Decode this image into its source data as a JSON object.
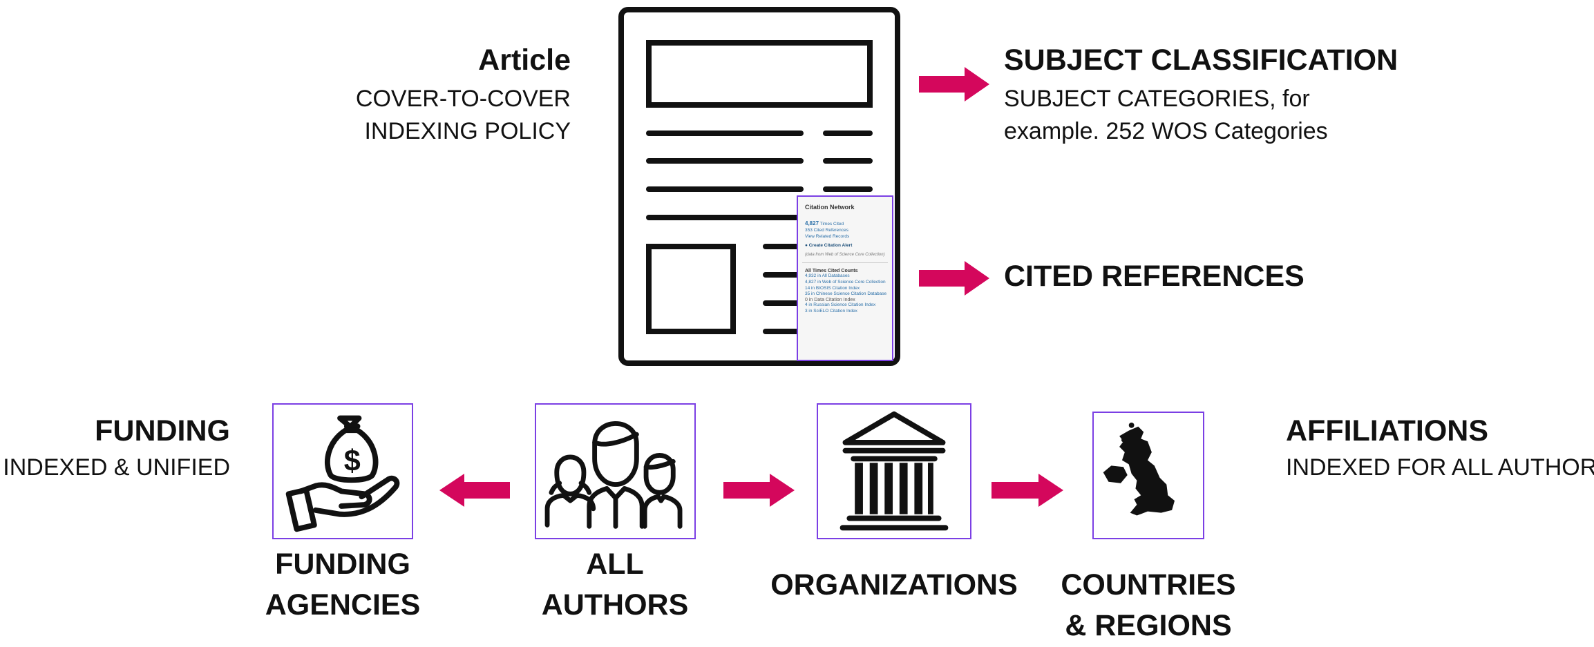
{
  "article": {
    "title": "Article",
    "line1": "COVER-TO-COVER",
    "line2": "INDEXING POLICY"
  },
  "subject": {
    "title": "SUBJECT CLASSIFICATION",
    "line1": "SUBJECT CATEGORIES, for",
    "line2": "example. 252 WOS Categories"
  },
  "cited": {
    "title": "CITED REFERENCES"
  },
  "funding": {
    "title": "FUNDING",
    "sub": "INDEXED & UNIFIED"
  },
  "affiliations": {
    "title": "AFFILIATIONS",
    "sub": "INDEXED FOR ALL AUTHORS"
  },
  "captions": {
    "funding_agencies": [
      "FUNDING",
      "AGENCIES"
    ],
    "all_authors": [
      "ALL",
      "AUTHORS"
    ],
    "organizations": "ORGANIZATIONS",
    "countries": [
      "COUNTRIES",
      "& REGIONS"
    ]
  },
  "citation_panel": {
    "header": "Citation Network",
    "times_cited_count": "4,827",
    "times_cited_label": "Times Cited",
    "cited_references": "353 Cited References",
    "related": "View Related Records",
    "alert": "Create Citation Alert",
    "source_note": "(data from Web of Science Core Collection)",
    "all_counts_header": "All Times Cited Counts",
    "counts": [
      "4,932 in All Databases",
      "4,827 in Web of Science Core Collection",
      "14 in BIOSIS Citation Index",
      "35 in Chinese Science Citation Database",
      "0 in Data Citation Index",
      "4 in Russian Science Citation Index",
      "3 in SciELO Citation Index"
    ]
  },
  "icons": {
    "money": "money-bag-hand-icon",
    "authors": "people-group-icon",
    "org": "bank-building-icon",
    "country": "uk-map-icon",
    "doc": "document-icon"
  },
  "colors": {
    "arrow": "#d4075c",
    "frame": "#7b3fe4",
    "ink": "#111111"
  }
}
